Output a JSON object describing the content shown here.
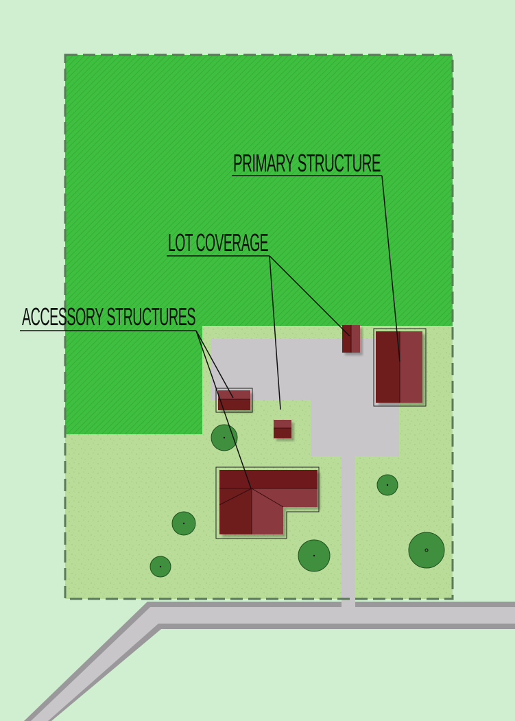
{
  "labels": {
    "primary_structure": "PRIMARY STRUCTURE",
    "lot_coverage": "LOT COVERAGE",
    "accessory_structures": "ACCESSORY STRUCTURES"
  },
  "colors": {
    "background": "#d0efd0",
    "lawn": "#b9dc98",
    "open_green": "#3fbf3f",
    "pavement": "#c8c6c8",
    "roof_dark": "#6e1a1d",
    "roof_light": "#8a3a3e",
    "tree": "#3f8f3f",
    "lot_line": "#5a7a5a",
    "leader": "#111111"
  }
}
